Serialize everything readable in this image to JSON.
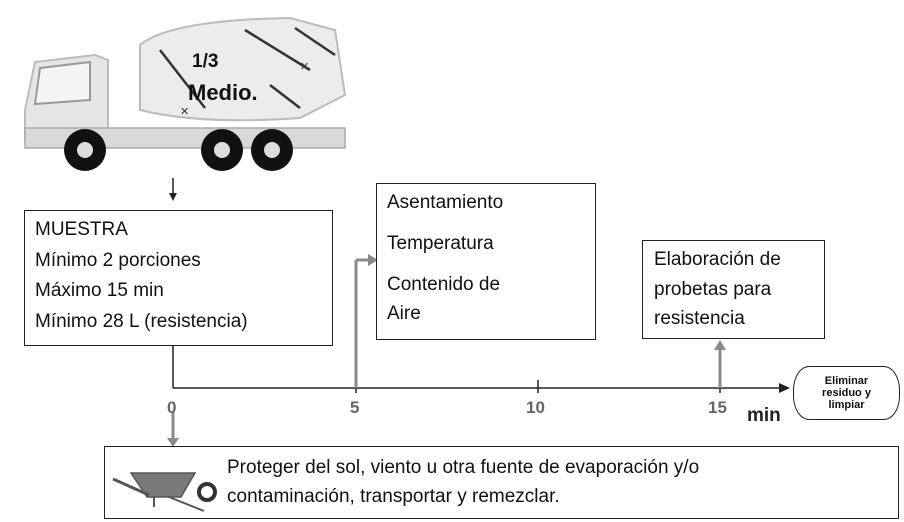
{
  "truck": {
    "fraction_text": "1/3",
    "label_text": "Medio."
  },
  "muestra_box": {
    "lines": [
      "MUESTRA",
      "Mínimo 2 porciones",
      "Máximo 15 min",
      "Mínimo 28 L (resistencia)"
    ]
  },
  "tests_box": {
    "lines": [
      "Asentamiento",
      "Temperatura",
      "Contenido de",
      "Aire"
    ]
  },
  "probetas_box": {
    "lines": [
      "Elaboración de",
      "probetas para",
      "resistencia"
    ]
  },
  "timeline": {
    "ticks": [
      "0",
      "5",
      "10",
      "15"
    ],
    "unit": "min",
    "end_box": {
      "lines": [
        "Eliminar",
        "residuo y",
        "limpiar"
      ]
    }
  },
  "bottom_box": {
    "icon": "wheelbarrow-icon",
    "lines": [
      "Proteger del sol, viento u otra fuente de evaporación y/o",
      "contaminación, transportar y remezclar."
    ]
  },
  "colors": {
    "arrow_gray": "#8a8a8a",
    "box_border": "#222222"
  }
}
